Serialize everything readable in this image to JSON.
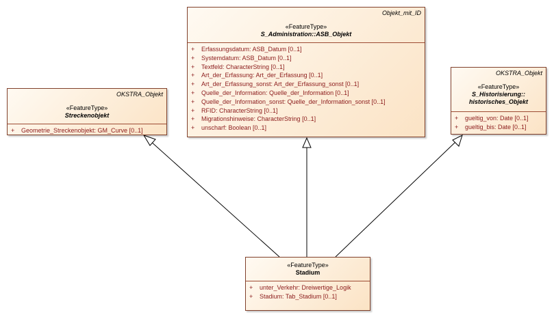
{
  "classes": {
    "asb_objekt": {
      "package": "Objekt_mit_ID",
      "stereotype": "«FeatureType»",
      "name": "S_Administration::ASB_Objekt",
      "attributes": [
        {
          "vis": "+",
          "text": "Erfassungsdatum: ASB_Datum [0..1]"
        },
        {
          "vis": "+",
          "text": "Systemdatum: ASB_Datum [0..1]"
        },
        {
          "vis": "+",
          "text": "Textfeld: CharacterString [0..1]"
        },
        {
          "vis": "+",
          "text": "Art_der_Erfassung: Art_der_Erfassung [0..1]"
        },
        {
          "vis": "+",
          "text": "Art_der_Erfassung_sonst: Art_der_Erfassung_sonst [0..1]"
        },
        {
          "vis": "+",
          "text": "Quelle_der_Information: Quelle_der_Information [0..1]"
        },
        {
          "vis": "+",
          "text": "Quelle_der_Information_sonst: Quelle_der_Information_sonst [0..1]"
        },
        {
          "vis": "+",
          "text": "RFID: CharacterString [0..1]"
        },
        {
          "vis": "+",
          "text": "Migrationshinweise: CharacterString [0..1]"
        },
        {
          "vis": "+",
          "text": "unscharf: Boolean [0..1]"
        }
      ]
    },
    "streckenobjekt": {
      "package": "OKSTRA_Objekt",
      "stereotype": "«FeatureType»",
      "name": "Streckenobjekt",
      "attributes": [
        {
          "vis": "+",
          "text": "Geometrie_Streckenobjekt: GM_Curve [0..1]"
        }
      ]
    },
    "historisches_objekt": {
      "package": "OKSTRA_Objekt",
      "stereotype": "«FeatureType»",
      "name_line1": "S_Historisierung::",
      "name_line2": "historisches_Objekt",
      "attributes": [
        {
          "vis": "+",
          "text": "gueltig_von: Date [0..1]"
        },
        {
          "vis": "+",
          "text": "gueltig_bis: Date [0..1]"
        }
      ]
    },
    "stadium": {
      "stereotype": "«FeatureType»",
      "name": "Stadium",
      "attributes": [
        {
          "vis": "+",
          "text": "unter_Verkehr: Dreiwertige_Logik"
        },
        {
          "vis": "+",
          "text": "Stadium: Tab_Stadium [0..1]"
        }
      ]
    }
  },
  "colors": {
    "border": "#7f3f2a",
    "attribute_text": "#8b1a1a",
    "fill_light": "#fffaf2",
    "fill_dark": "#fbe3c5",
    "connector": "#000000"
  },
  "relations": [
    {
      "type": "generalization",
      "from": "stadium",
      "to": "streckenobjekt"
    },
    {
      "type": "generalization",
      "from": "stadium",
      "to": "asb_objekt"
    },
    {
      "type": "generalization",
      "from": "stadium",
      "to": "historisches_objekt"
    }
  ]
}
